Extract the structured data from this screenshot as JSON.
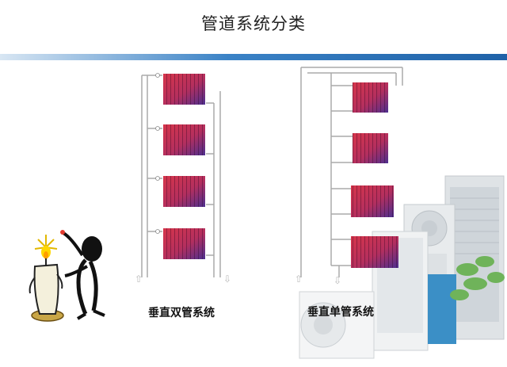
{
  "page": {
    "title": "管道系统分类"
  },
  "diagram": {
    "left_caption": "垂直双管系统",
    "right_caption": "垂直单管系统",
    "arrow_up": "⇧",
    "arrow_down": "⇩",
    "colors": {
      "band": "#2f74b8",
      "pipe": "#aaaaaa",
      "radiator_top": "#d0354a",
      "radiator_bottom": "#5a2e8c"
    },
    "icons": [
      "candle-figure-icon",
      "hvac-units-icon"
    ]
  }
}
